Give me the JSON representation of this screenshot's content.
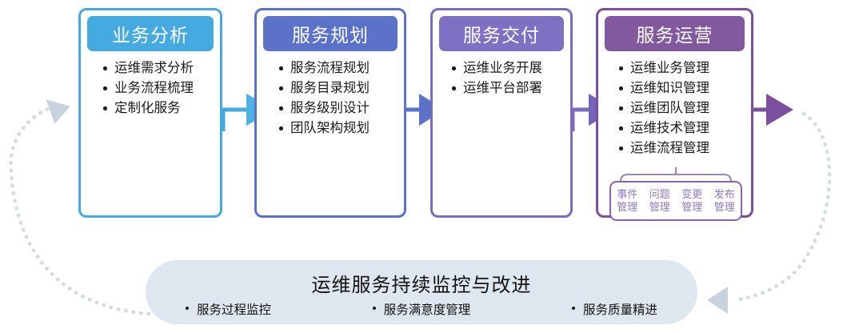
{
  "diagram": {
    "title": "运维服务持续监控与改进",
    "stages": [
      {
        "id": "business-analysis",
        "header": "业务分析",
        "color": "#45aadf",
        "items": [
          "运维需求分析",
          "业务流程梳理",
          "定制化服务"
        ]
      },
      {
        "id": "service-planning",
        "header": "服务规划",
        "color": "#5b72c8",
        "items": [
          "服务流程规划",
          "服务目录规划",
          "服务级别设计",
          "团队架构规划"
        ]
      },
      {
        "id": "service-delivery",
        "header": "服务交付",
        "color": "#7f70c4",
        "items": [
          "运维业务开展",
          "运维平台部署"
        ]
      },
      {
        "id": "service-operation",
        "header": "服务运营",
        "color": "#82589f",
        "items": [
          "运维业务管理",
          "运维知识管理",
          "运维团队管理",
          "运维技术管理",
          "运维流程管理"
        ],
        "subitems": [
          {
            "line1": "事件",
            "line2": "管理"
          },
          {
            "line1": "问题",
            "line2": "管理"
          },
          {
            "line1": "变更",
            "line2": "管理"
          },
          {
            "line1": "发布",
            "line2": "管理"
          }
        ]
      }
    ],
    "arrows": [
      {
        "name": "arrow-analysis-to-planning",
        "color": "#45aadf"
      },
      {
        "name": "arrow-planning-to-delivery",
        "color": "#5b72c8"
      },
      {
        "name": "arrow-delivery-to-operation",
        "color": "#7c6cc1"
      },
      {
        "name": "arrow-operation-to-loop",
        "color": "#7c4f9e"
      }
    ],
    "feedback_loop": {
      "name": "feedback-loop",
      "color": "#c9d3dd",
      "style": "dotted"
    },
    "bottom_bar": {
      "background": "#dee6ef",
      "title": "运维服务持续监控与改进",
      "items": [
        "服务过程监控",
        "服务满意度管理",
        "服务质量精进"
      ]
    }
  }
}
